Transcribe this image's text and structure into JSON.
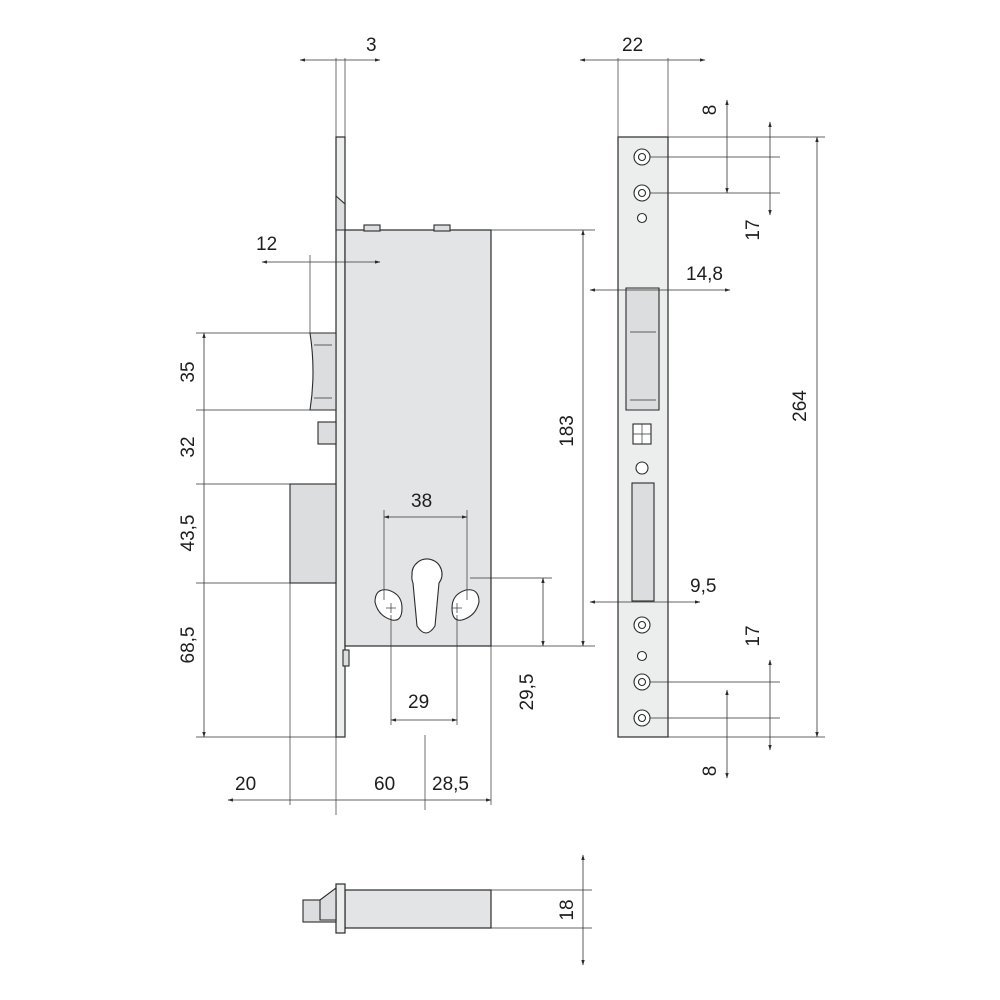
{
  "colors": {
    "line": "#2b2b2b",
    "lock_body": "#e3e4e6",
    "background": "#ffffff"
  },
  "dimensions": {
    "faceplate_thickness": "3",
    "faceplate_width": "22",
    "screw_hole_edge_top": "8",
    "screw_hole_spacing_top": "17",
    "bolt_offset": "12",
    "latch_width": "14,8",
    "body_height": "183",
    "overall_height": "264",
    "latch_height": "35",
    "latch_to_bolt": "32",
    "bolt_height": "43,5",
    "bolt_to_bottom": "68,5",
    "cylinder_width": "38",
    "bolt_slot_width": "9,5",
    "screw_hole_spacing_bottom": "17",
    "spindle_spacing": "29",
    "cylinder_to_bottom": "29,5",
    "screw_hole_edge_bottom": "8",
    "bolt_throw": "20",
    "backset": "60",
    "cylinder_to_back": "28,5",
    "body_thickness": "18"
  }
}
